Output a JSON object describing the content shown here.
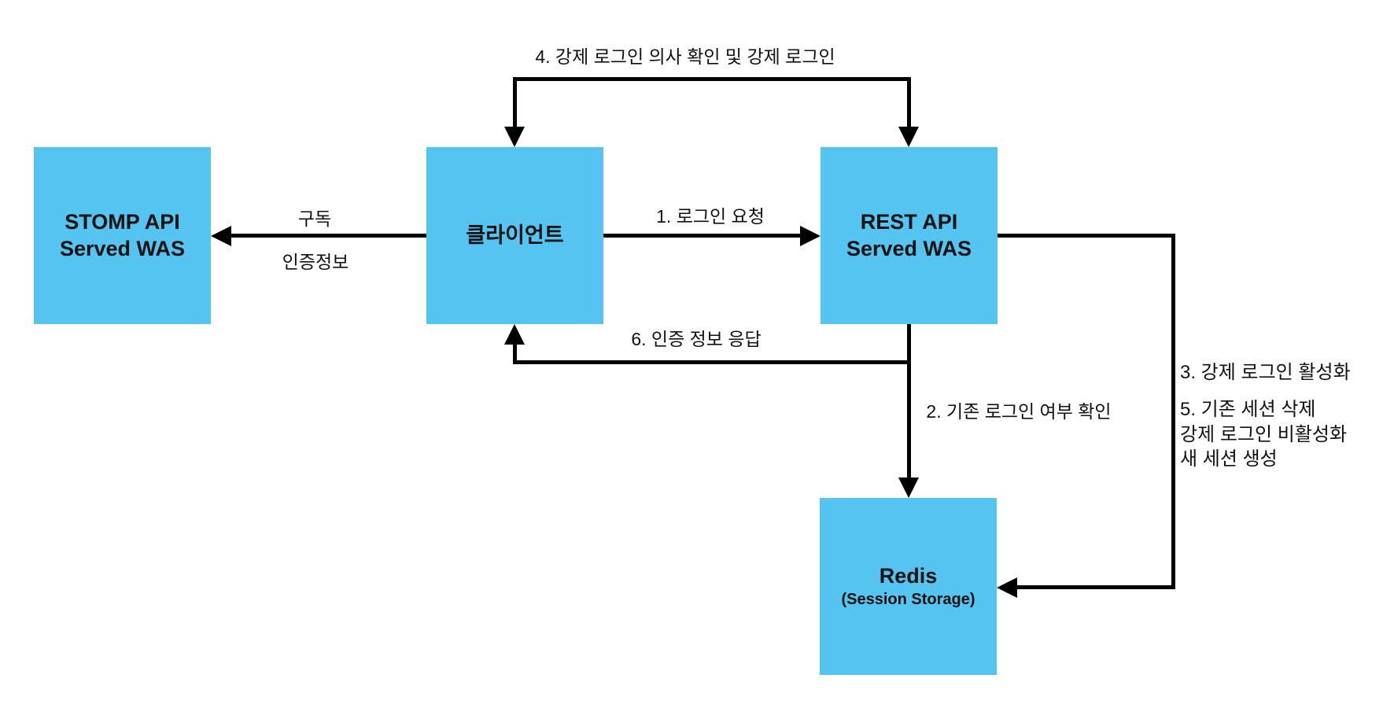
{
  "diagram": {
    "colors": {
      "node_fill": "#55C4F0",
      "line_color": "#000000",
      "background": "#FFFFFF",
      "text_color": "#111111"
    },
    "nodes": {
      "stomp_was": {
        "line1": "STOMP API",
        "line2": "Served WAS"
      },
      "client": {
        "label": "클라이언트"
      },
      "rest_was": {
        "line1": "REST API",
        "line2": "Served WAS"
      },
      "redis": {
        "line1": "Redis",
        "line2": "(Session Storage)"
      }
    },
    "edges": {
      "subscribe": {
        "label_top": "구독",
        "label_bottom": "인증정보",
        "from": "client",
        "to": "stomp_was"
      },
      "login_request": {
        "label": "1. 로그인 요청",
        "from": "client",
        "to": "rest_was"
      },
      "check_existing_login": {
        "label": "2. 기존 로그인 여부 확인",
        "from": "rest_was",
        "to": "redis"
      },
      "force_login_confirm": {
        "label": "4. 강제 로그인 의사 확인 및 강제 로그인",
        "from": "rest_was",
        "to": "client"
      },
      "auth_response": {
        "label": "6. 인증 정보 응답",
        "from": "rest_was",
        "to": "client"
      },
      "redis_side_ops": {
        "line1": "3. 강제 로그인 활성화",
        "line2": "5. 기존 세션 삭제",
        "line3": "강제 로그인 비활성화",
        "line4": "새 세션 생성",
        "from": "rest_was",
        "to": "redis"
      }
    }
  }
}
